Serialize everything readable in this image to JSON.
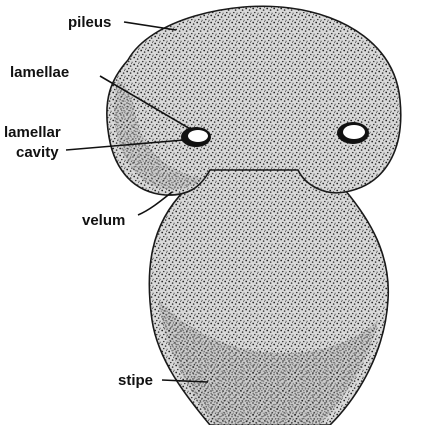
{
  "diagram": {
    "labels": {
      "pileus": "pileus",
      "lamellae": "lamellae",
      "lamellar_cavity_line1": "lamellar",
      "lamellar_cavity_line2": "cavity",
      "velum": "velum",
      "stipe": "stipe"
    }
  },
  "colors": {
    "ink": "#111111",
    "stipple_fill": "#cfcfcf",
    "background": "#ffffff"
  }
}
